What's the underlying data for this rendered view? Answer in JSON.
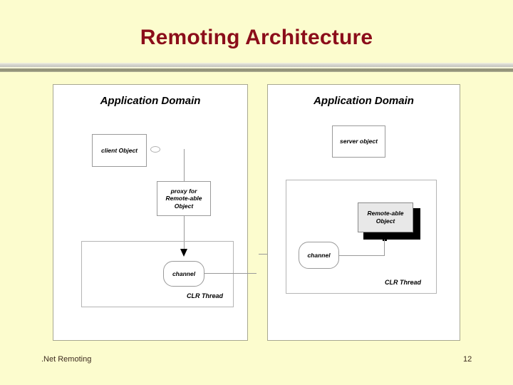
{
  "slide": {
    "title": "Remoting Architecture",
    "footer_label": ".Net Remoting",
    "page_number": "12",
    "title_color": "#8b0d1a",
    "background_color": "#fcfcce"
  },
  "diagram": {
    "left_panel": {
      "title": "Application Domain",
      "client_object": "client Object",
      "proxy_object": "proxy for\nRemote-able\nObject",
      "proxy_object_line1": "proxy for",
      "proxy_object_line2": "Remote-able",
      "proxy_object_line3": "Object",
      "channel": "channel",
      "thread_label": "CLR Thread"
    },
    "right_panel": {
      "title": "Application Domain",
      "server_object": "server object",
      "remote_object_line1": "Remote-able",
      "remote_object_line2": "Object",
      "channel": "channel",
      "thread_label": "CLR Thread"
    }
  }
}
